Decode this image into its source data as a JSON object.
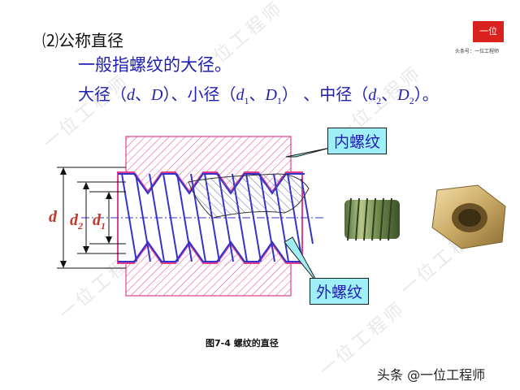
{
  "section_title": "⑵公称直径",
  "line1": "一般指螺纹的大径。",
  "line2": {
    "t1": "大径（",
    "d": "d",
    "sep1": "、",
    "D": "D",
    "t2": "）、小径（",
    "d1": "d",
    "d1_sub": "1",
    "sep2": "、",
    "D1": "D",
    "D1_sub": "1",
    "t3": "） 、中径（",
    "d2": "d",
    "d2_sub": "2",
    "sep3": "、",
    "D2": "D",
    "D2_sub": "2",
    "t4": "）。"
  },
  "callouts": {
    "inner": "内螺纹",
    "outer": "外螺纹"
  },
  "dim_labels": {
    "d": "d",
    "d2": "d",
    "d2_sub": "2",
    "d1": "d",
    "d1_sub": "1"
  },
  "caption": "图7-4 螺纹的直径",
  "logo": {
    "main": "一位",
    "sub": "头条号：一位工程师"
  },
  "watermark": "一位工程师",
  "footer": "头条 @一位工程师",
  "colors": {
    "text_blue": "#1f1fb3",
    "hatch_pink": "#e0408f",
    "thread_blue": "#3333cc",
    "callout_fill": "#9ff0f6",
    "dim_red": "#c0392b"
  }
}
